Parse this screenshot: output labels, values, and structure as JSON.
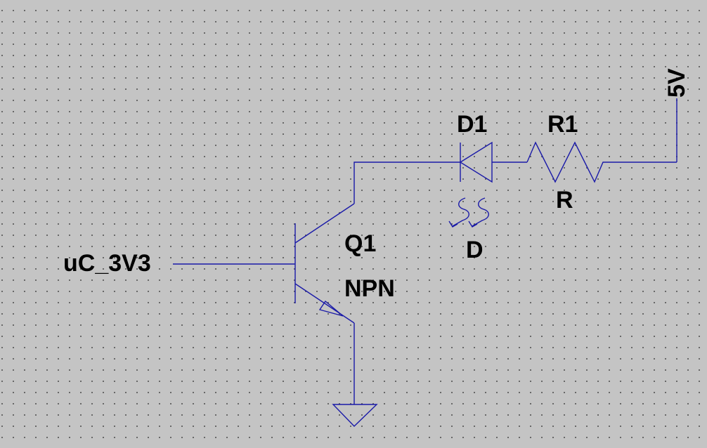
{
  "components": {
    "transistor": {
      "ref": "Q1",
      "value": "NPN"
    },
    "led": {
      "ref": "D1",
      "value": "D"
    },
    "resistor": {
      "ref": "R1",
      "value": "R"
    }
  },
  "nets": {
    "input": "uC_3V3",
    "supply": "5V"
  },
  "colors": {
    "background": "#c4c4c4",
    "grid_dots": "#5a5a5a",
    "wire": "#1a1aa8",
    "text": "#000000"
  }
}
